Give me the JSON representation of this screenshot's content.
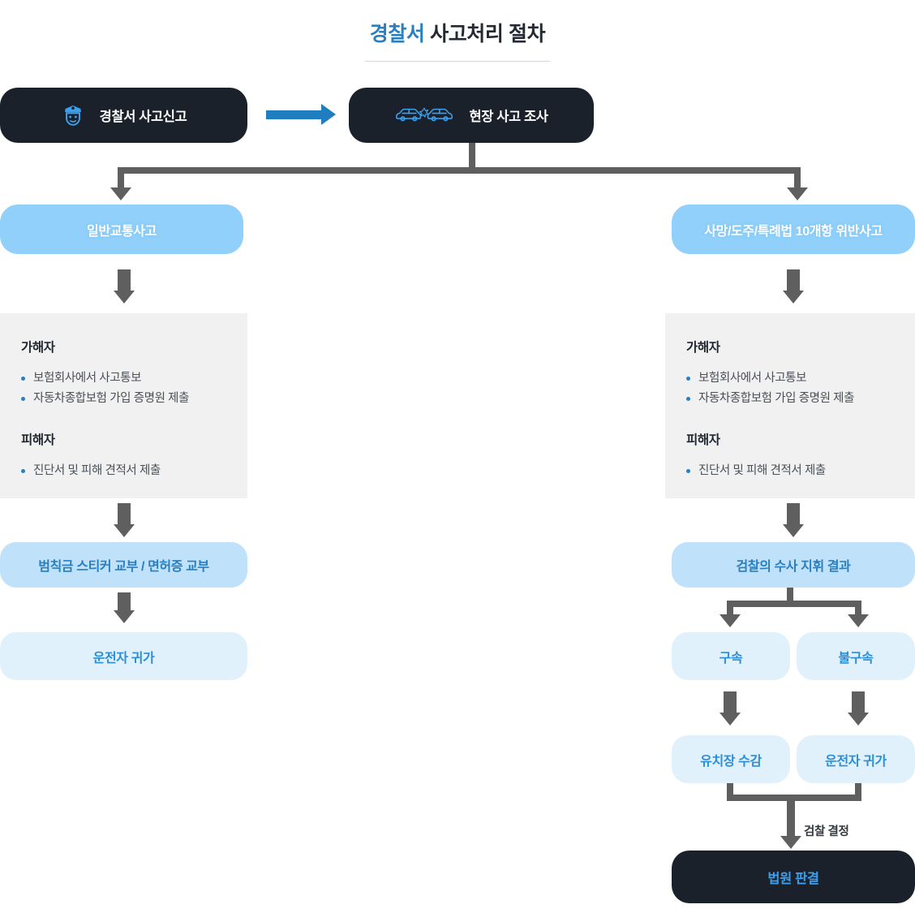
{
  "title": {
    "accent": "경찰서",
    "rest": " 사고처리 절차"
  },
  "nodes": {
    "report": {
      "label": "경찰서 사고신고",
      "icon": "police-officer-icon"
    },
    "investigation": {
      "label": "현장 사고 조사",
      "icon": "car-collision-icon"
    },
    "branch_left": {
      "label": "일반교통사고"
    },
    "branch_right": {
      "label": "사망/도주/특례법 10개항 위반사고"
    },
    "left_fine": {
      "label": "범칙금 스티커 교부 / 면허증 교부"
    },
    "left_home": {
      "label": "운전자 귀가"
    },
    "right_prosecution": {
      "label": "검찰의 수사 지휘 결과"
    },
    "right_detained": {
      "label": "구속"
    },
    "right_not_detained": {
      "label": "불구속"
    },
    "right_jail": {
      "label": "유치장 수감"
    },
    "right_home": {
      "label": "운전자 귀가"
    },
    "court": {
      "label": "법원 판결"
    }
  },
  "panels": {
    "left": {
      "heading_offender": "가해자",
      "offender_items": [
        "보험회사에서 사고통보",
        "자동차종합보험 가입 증명원 제출"
      ],
      "heading_victim": "피해자",
      "victim_items": [
        "진단서 및 피해 견적서 제출"
      ]
    },
    "right": {
      "heading_offender": "가해자",
      "offender_items": [
        "보험회사에서 사고통보",
        "자동차종합보험 가입 증명원 제출"
      ],
      "heading_victim": "피해자",
      "victim_items": [
        "진단서 및 피해 견적서 제출"
      ]
    }
  },
  "edges": {
    "prosecution_decision_label": "검찰 결정"
  },
  "colors": {
    "dark": "#1b212b",
    "accent_blue": "#2a7fc1",
    "blue_strong": "#90d0fb",
    "blue_mid": "#bfe2fa",
    "blue_light": "#e0f1fc",
    "panel_gray": "#f1f1f1",
    "connector_gray": "#5f5f5f",
    "arrow_blue": "#1f7ec0"
  }
}
